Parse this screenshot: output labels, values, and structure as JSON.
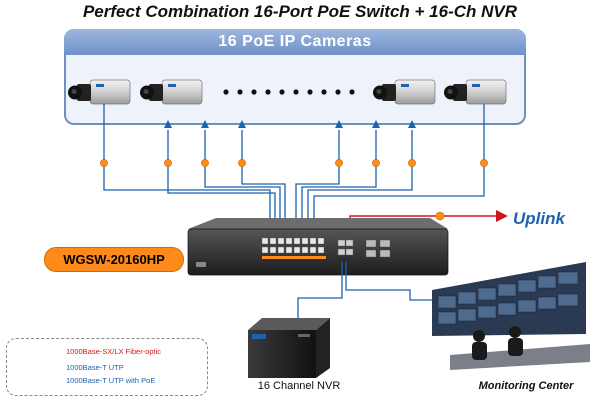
{
  "title": "Perfect Combination 16-Port PoE Switch + 16-Ch NVR",
  "camera_panel": {
    "title": "16 PoE IP Cameras"
  },
  "switch": {
    "model": "WGSW-20160HP"
  },
  "uplink": {
    "label": "Uplink"
  },
  "nvr": {
    "label": "16 Channel NVR"
  },
  "monitoring": {
    "label": "Monitoring Center"
  },
  "legend": {
    "items": [
      {
        "label": "1000Base-SX/LX Fiber-optic",
        "color": "#d01818"
      },
      {
        "label": "1000Base-T UTP",
        "color": "#1c62b0"
      },
      {
        "label": "1000Base-T UTP with PoE",
        "color": "#1c62b0"
      }
    ]
  },
  "colors": {
    "utp": "#1c62b0",
    "fiber": "#d01818",
    "poe_marker": "#ff8c1a",
    "badge": "#ff8a1c"
  },
  "icons": [
    "ip-camera-icon",
    "switch-icon",
    "nvr-icon",
    "monitoring-center-icon",
    "poe-marker-icon"
  ]
}
